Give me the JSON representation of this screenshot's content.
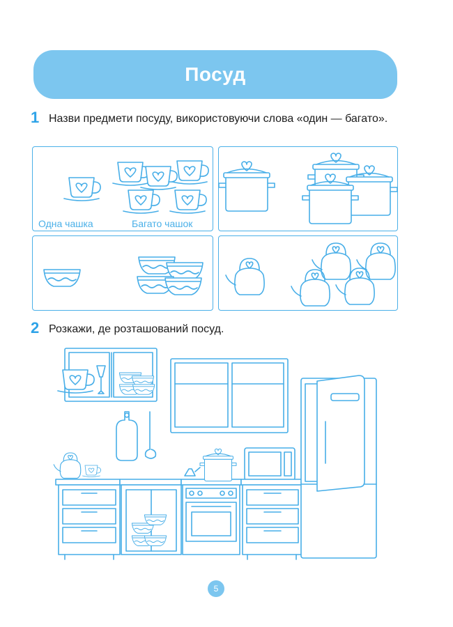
{
  "header": {
    "title": "Посуд"
  },
  "task1": {
    "number": "1",
    "text": "Назви предмети посуду, використовуючи слова «один — багато»."
  },
  "panels": {
    "cups": {
      "label_one": "Одна чашка",
      "label_many": "Багато чашок"
    },
    "pots": {},
    "bowls": {},
    "kettles": {}
  },
  "task2": {
    "number": "2",
    "text": "Розкажи, де розташований посуд."
  },
  "footer": {
    "page_number": "5"
  },
  "colors": {
    "accent": "#7cc6ef",
    "line": "#47aee8",
    "number": "#2ea3e8"
  }
}
